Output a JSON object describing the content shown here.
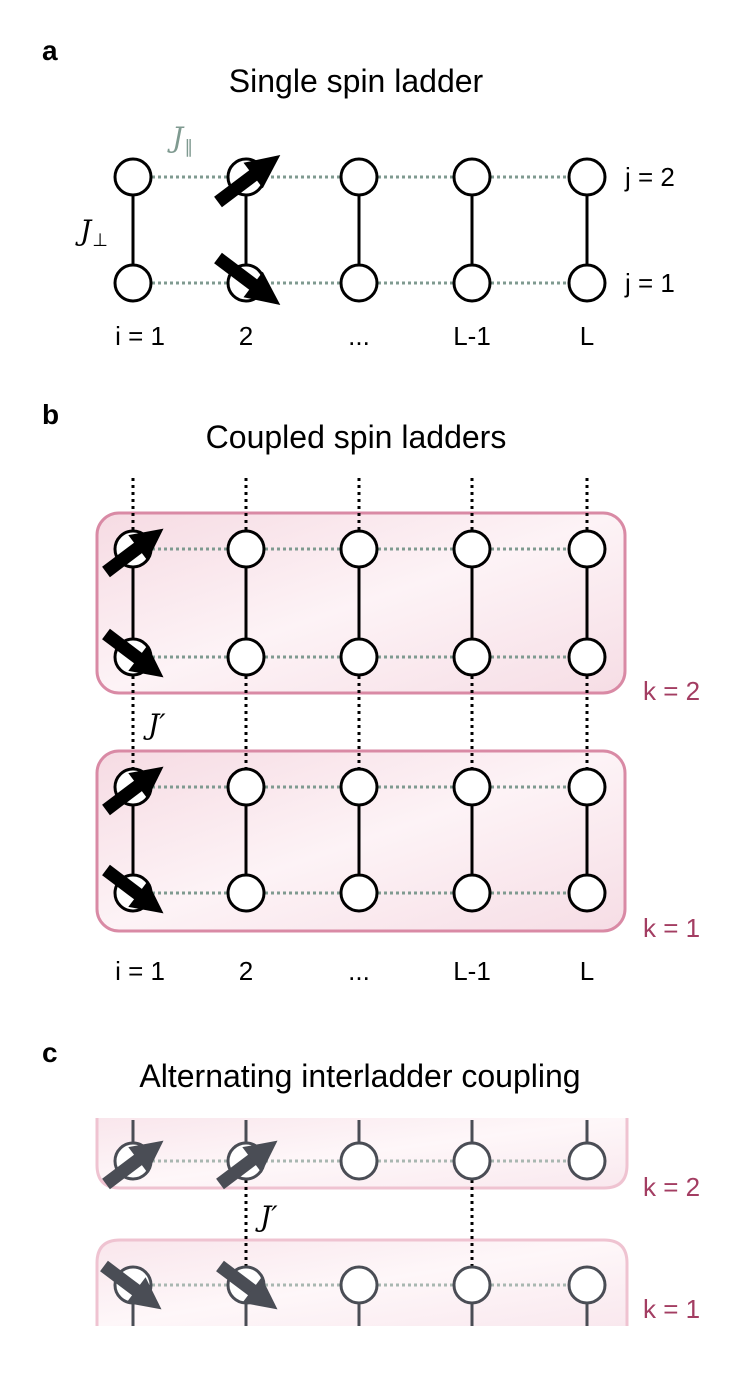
{
  "panel_a": {
    "letter": "a",
    "title": "Single spin ladder",
    "coupling_parallel": "J",
    "coupling_parallel_sub": "∥",
    "coupling_perp": "J",
    "coupling_perp_sub": "⊥",
    "row_labels": [
      "j = 2",
      "j = 1"
    ],
    "site_labels": [
      "i = 1",
      "2",
      "...",
      "L-1",
      "L"
    ]
  },
  "panel_b": {
    "letter": "b",
    "title": "Coupled spin ladders",
    "interladder_coupling": "J′",
    "ladder_labels": [
      "k = 2",
      "k = 1"
    ],
    "site_labels": [
      "i = 1",
      "2",
      "...",
      "L-1",
      "L"
    ]
  },
  "panel_c": {
    "letter": "c",
    "title": "Alternating interladder coupling",
    "interladder_coupling": "J′",
    "ladder_labels": [
      "k = 2",
      "k = 1"
    ]
  },
  "colors": {
    "leg_bond": "#7f9a90",
    "ladder_fill": "#f8e4ea",
    "ladder_edge": "#d98aa5",
    "ladder_label": "#a33d62",
    "faded_ink": "#4a4d55"
  }
}
